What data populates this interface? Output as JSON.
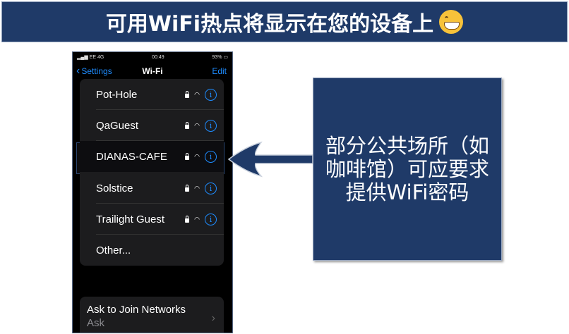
{
  "banner": {
    "title": "可用WiFi热点将显示在您的设备上",
    "emoji": "grinning-face"
  },
  "phone": {
    "status": {
      "carrier": "EE",
      "network": "4G",
      "time": "00:49",
      "battery": "93%"
    },
    "nav": {
      "back": "Settings",
      "title": "Wi-Fi",
      "edit": "Edit"
    },
    "networks": [
      {
        "name": "Pot-Hole"
      },
      {
        "name": "QaGuest"
      },
      {
        "name": "DIANAS-CAFE"
      },
      {
        "name": "Solstice"
      },
      {
        "name": "Trailight Guest"
      }
    ],
    "other": "Other...",
    "ask": {
      "label": "Ask to Join Networks",
      "value": "Ask"
    }
  },
  "callout": {
    "text": "部分公共场所（如咖啡馆）可应要求提供WiFi密码"
  },
  "colors": {
    "navy": "#1f3a68",
    "ios_blue": "#1e8cff"
  }
}
